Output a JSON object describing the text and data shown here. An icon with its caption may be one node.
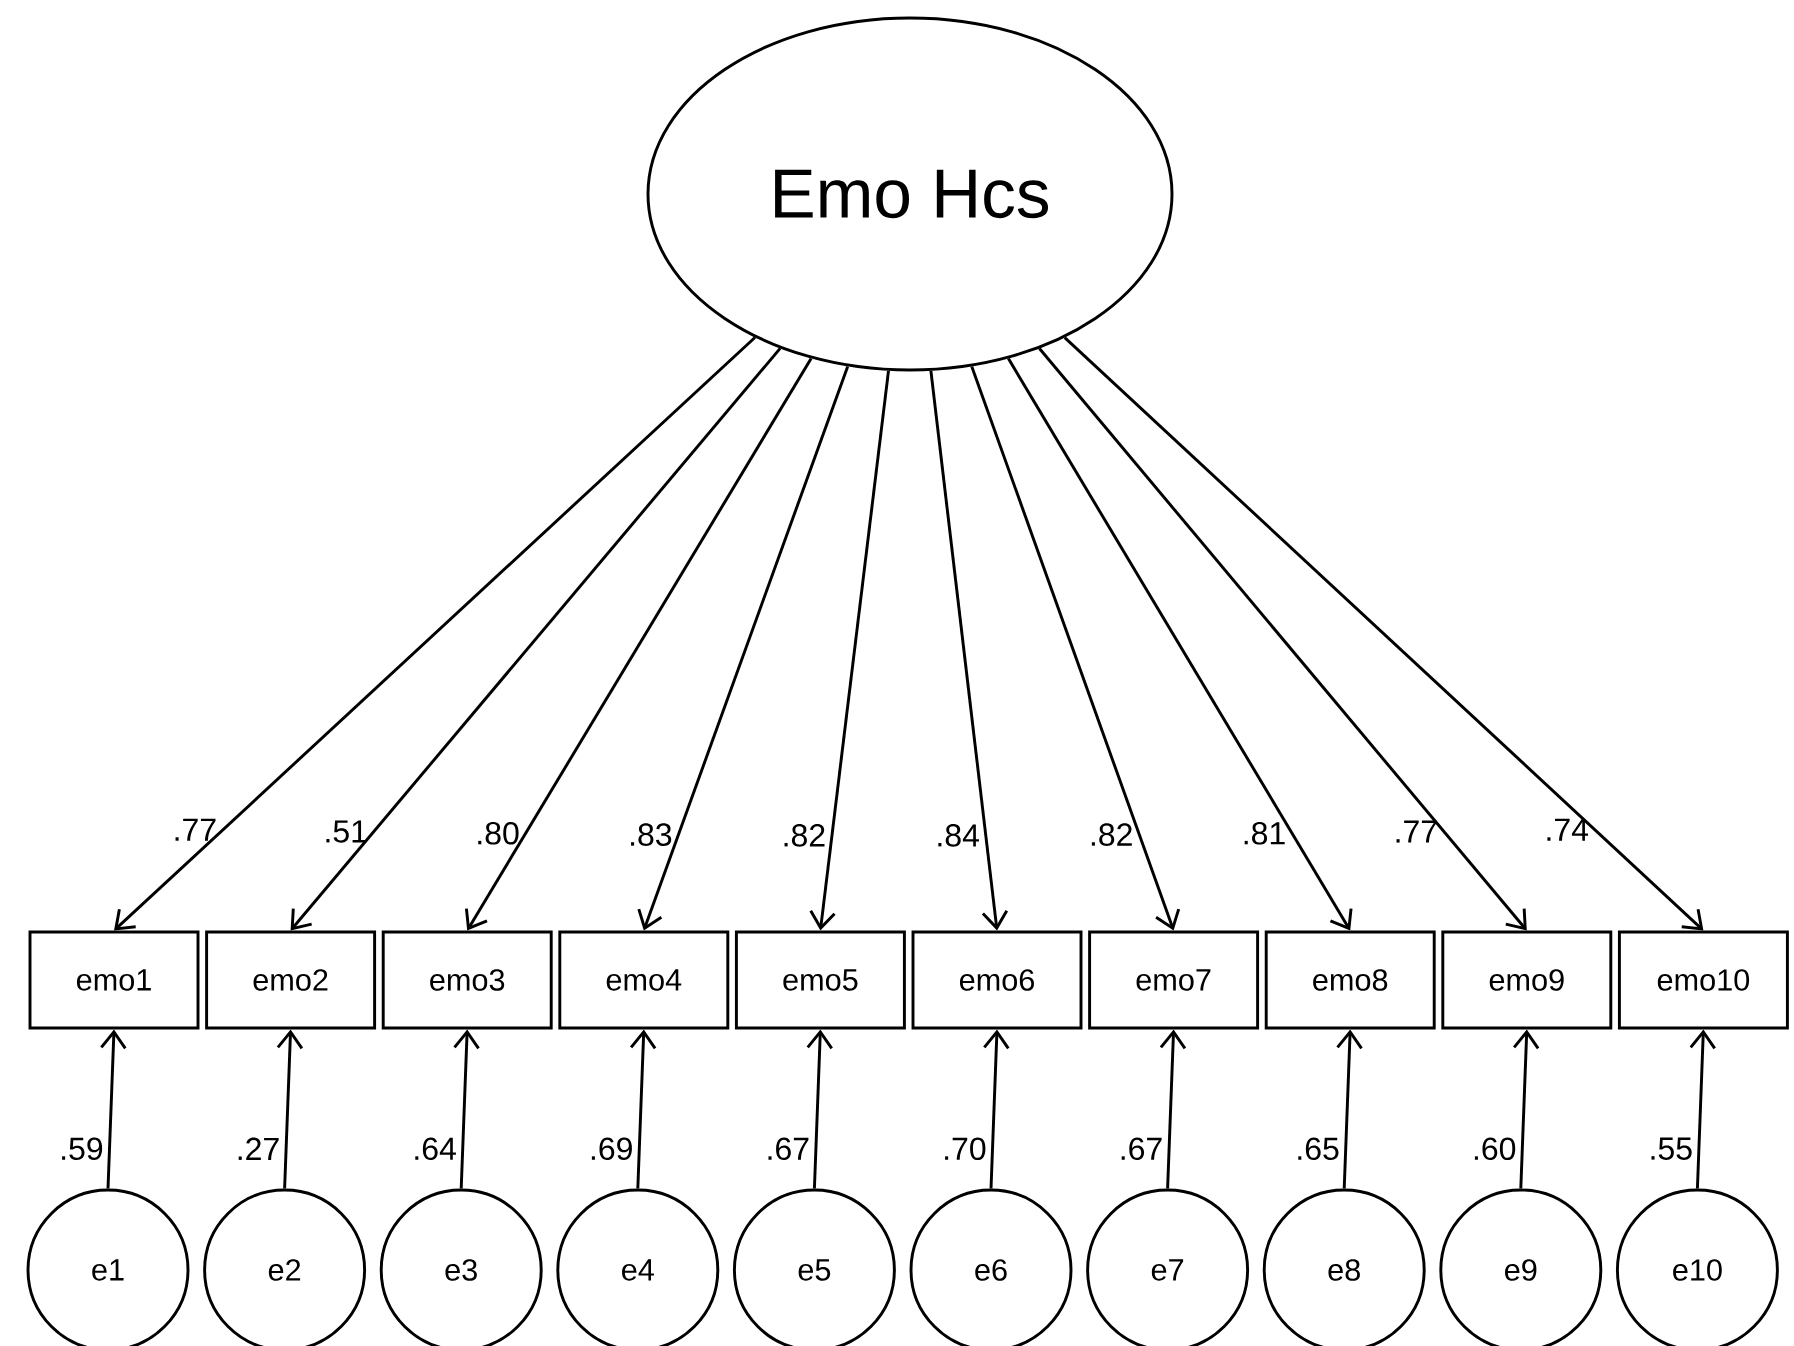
{
  "diagram": {
    "nodes": [
      {
        "text": [
          "Emo Hcs"
        ]
      },
      {
        "text": [
          "emo1"
        ]
      },
      {
        "text": [
          "emo2"
        ]
      },
      {
        "text": [
          "emo3"
        ]
      },
      {
        "text": [
          "emo4"
        ]
      },
      {
        "text": [
          "emo5"
        ]
      },
      {
        "text": [
          "emo6"
        ]
      },
      {
        "text": [
          "emo7"
        ]
      },
      {
        "text": [
          "emo8"
        ]
      },
      {
        "text": [
          "emo9"
        ]
      },
      {
        "text": [
          "emo10"
        ]
      },
      {
        "text": [
          "e1"
        ]
      },
      {
        "text": [
          "e2"
        ]
      },
      {
        "text": [
          "e3"
        ]
      },
      {
        "text": [
          "e4"
        ]
      },
      {
        "text": [
          "e5"
        ]
      },
      {
        "text": [
          "e6"
        ]
      },
      {
        "text": [
          "e7"
        ]
      },
      {
        "text": [
          "e8"
        ]
      },
      {
        "text": [
          "e9"
        ]
      },
      {
        "text": [
          "e10"
        ]
      }
    ],
    "edges": [
      {
        "from": 0,
        "to": 1,
        "arrow": "to",
        "label": ".77"
      },
      {
        "from": 0,
        "to": 2,
        "arrow": "to",
        "label": ".51"
      },
      {
        "from": 0,
        "to": 3,
        "arrow": "to",
        "label": ".80"
      },
      {
        "from": 0,
        "to": 4,
        "arrow": "to",
        "label": ".83"
      },
      {
        "from": 0,
        "to": 5,
        "arrow": "to",
        "label": ".82"
      },
      {
        "from": 0,
        "to": 6,
        "arrow": "to",
        "label": ".84"
      },
      {
        "from": 0,
        "to": 7,
        "arrow": "to",
        "label": ".82"
      },
      {
        "from": 0,
        "to": 8,
        "arrow": "to",
        "label": ".81"
      },
      {
        "from": 0,
        "to": 9,
        "arrow": "to",
        "label": ".77"
      },
      {
        "from": 0,
        "to": 10,
        "arrow": "to",
        "label": ".74"
      },
      {
        "from": 11,
        "to": 1,
        "arrow": "to",
        "label": ".59"
      },
      {
        "from": 12,
        "to": 2,
        "arrow": "to",
        "label": ".27"
      },
      {
        "from": 13,
        "to": 3,
        "arrow": "to",
        "label": ".64"
      },
      {
        "from": 14,
        "to": 4,
        "arrow": "to",
        "label": ".69"
      },
      {
        "from": 15,
        "to": 5,
        "arrow": "to",
        "label": ".67"
      },
      {
        "from": 16,
        "to": 6,
        "arrow": "to",
        "label": ".70"
      },
      {
        "from": 17,
        "to": 7,
        "arrow": "to",
        "label": ".67"
      },
      {
        "from": 18,
        "to": 8,
        "arrow": "to",
        "label": ".65"
      },
      {
        "from": 19,
        "to": 9,
        "arrow": "to",
        "label": ".60"
      },
      {
        "from": 20,
        "to": 10,
        "arrow": "to",
        "label": ".55"
      }
    ]
  }
}
